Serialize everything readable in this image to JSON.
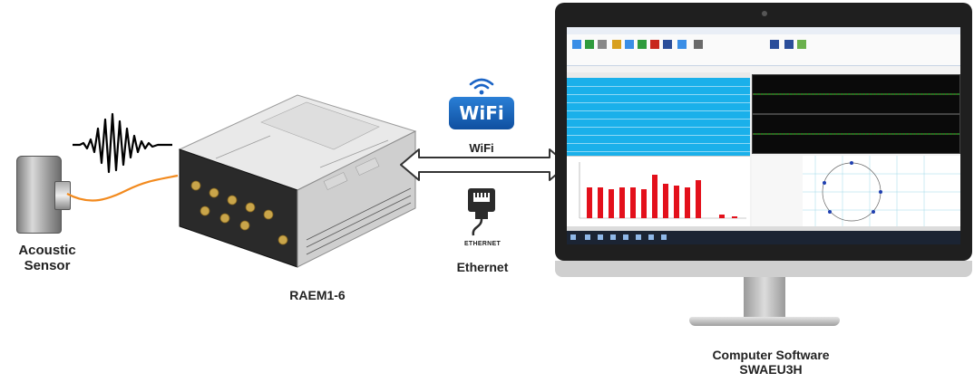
{
  "sensor": {
    "label_line1": "Acoustic",
    "label_line2": "Sensor"
  },
  "device": {
    "name": "RAEM1-6"
  },
  "comm": {
    "wifi_badge": "WiFi",
    "wifi_label": "WiFi",
    "ethernet_icon_text": "ETHERNET",
    "ethernet_label": "Ethernet"
  },
  "computer": {
    "label_line1": "Computer Software",
    "label_line2": "SWAEU3H"
  },
  "colors": {
    "signal_line": "#f28a1e",
    "arrow_outline": "#333333",
    "table_highlight": "#1ab0ea",
    "bar_red": "#e3101b",
    "wave_green": "#3ad63a",
    "wave_red": "#ff3838"
  },
  "icons": [
    "waveform-icon",
    "wifi-icon",
    "ethernet-icon",
    "double-arrow-icon"
  ]
}
